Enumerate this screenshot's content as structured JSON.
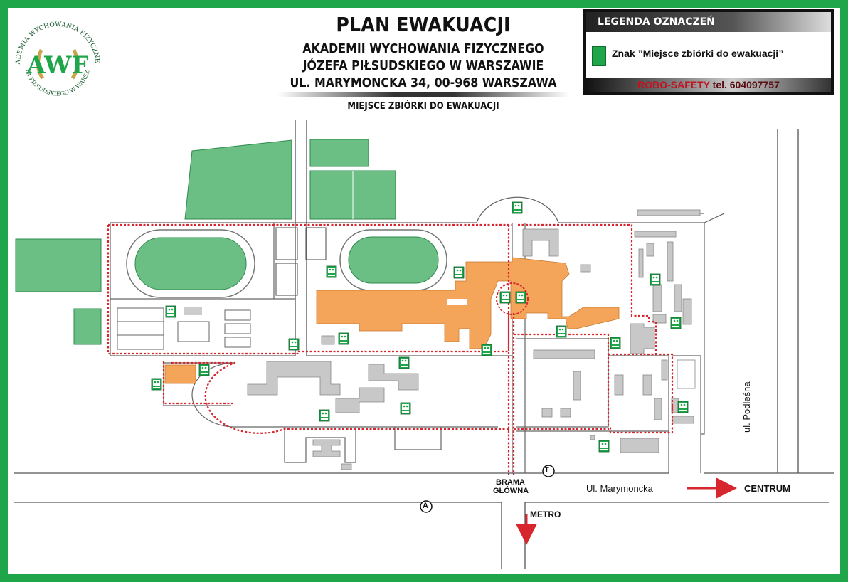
{
  "title": {
    "main": "PLAN EWAKUACJI",
    "line1": "AKADEMII WYCHOWANIA FIZYCZNEGO",
    "line2": "JÓZEFA PIŁSUDSKIEGO W WARSZAWIE",
    "line3": "UL. MARYMONCKA 34, 00-968 WARSZAWA",
    "subtitle": "MIEJSCE ZBIÓRKI DO EWAKUACJI"
  },
  "logo": {
    "arc_top": "AKADEMIA WYCHOWANIA FIZYCZNEGO",
    "arc_bottom": "JÓZEFA PIŁSUDSKIEGO W WARSZAWIE",
    "monogram": "AWF"
  },
  "legend": {
    "heading": "LEGENDA OZNACZEŃ",
    "item": "Znak ”Miejsce zbiórki do ewakuacji”",
    "item_icon": "assembly-point-sign-icon",
    "brand": "ROBO-SAFETY",
    "phone": "tel. 604097757"
  },
  "labels": {
    "gate": "BRAMA",
    "gate2": "GŁÓWNA",
    "street_main": "Ul. Marymoncka",
    "street_side": "ul. Podleśna",
    "centrum": "CENTRUM",
    "metro": "METRO",
    "tram": "T",
    "bus": "A"
  },
  "colors": {
    "frame": "#1fa64a",
    "field": "#6cbf84",
    "building_main": "#f4a55a",
    "building": "#c8c8c8",
    "route": "#d7262e",
    "arrow": "#d7262e"
  }
}
